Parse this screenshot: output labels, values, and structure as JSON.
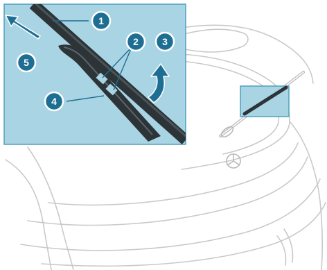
{
  "diagram": {
    "callouts": [
      {
        "id": "1",
        "label": "1"
      },
      {
        "id": "2",
        "label": "2"
      },
      {
        "id": "3",
        "label": "3"
      },
      {
        "id": "4",
        "label": "4"
      },
      {
        "id": "5",
        "label": "5"
      }
    ]
  },
  "colors": {
    "inset_background": "#a9d4e3",
    "inset_border": "#4fa0bf",
    "callout_fill": "#1e6e93",
    "callout_ring": "#ffffff",
    "line_art": "#c9c9c9",
    "wiper_dark": "#2d3438",
    "arrow_fill": "#1e6e93"
  }
}
